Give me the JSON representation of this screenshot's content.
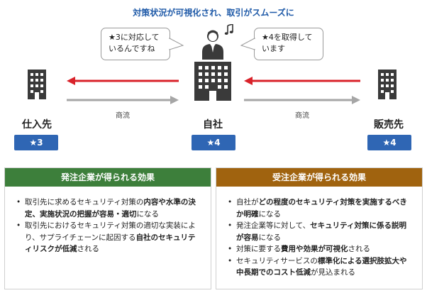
{
  "headline": "対策状況が可視化され、取引がスムーズに",
  "bubbles": {
    "left": [
      "★3に対応して",
      "いるんですね"
    ],
    "right": [
      "★4を取得して",
      "います"
    ]
  },
  "entities": {
    "supplier": {
      "label": "仕入先",
      "badge": "★3"
    },
    "self": {
      "label": "自社",
      "badge": "★4"
    },
    "seller": {
      "label": "販売先",
      "badge": "★4"
    }
  },
  "arrows": {
    "left_label": "商流",
    "right_label": "商流"
  },
  "colors": {
    "red_arrow": "#d9222a",
    "gray_arrow": "#a6a6a6",
    "badge": "#2f66b4",
    "headline": "#1f5aa8",
    "panel_left": "#3d7f3b",
    "panel_right": "#a0630f"
  },
  "icons": [
    "building-icon",
    "person-icon",
    "music-note-icon"
  ],
  "panels": {
    "left": {
      "title": "発注企業が得られる効果",
      "items": [
        [
          {
            "t": "取引先に求めるセキュリティ対策の",
            "b": false
          },
          {
            "t": "内容や水準の決定、実施状況の把握が容易・適切",
            "b": true
          },
          {
            "t": "になる",
            "b": false
          }
        ],
        [
          {
            "t": "取引先におけるセキュリティ対策の適切な実装により、サプライチェーンに起因する",
            "b": false
          },
          {
            "t": "自社のセキュリティリスクが低減",
            "b": true
          },
          {
            "t": "される",
            "b": false
          }
        ]
      ]
    },
    "right": {
      "title": "受注企業が得られる効果",
      "items": [
        [
          {
            "t": "自社が",
            "b": false
          },
          {
            "t": "どの程度のセキュリティ対策を実施するべきか明確",
            "b": true
          },
          {
            "t": "になる",
            "b": false
          }
        ],
        [
          {
            "t": "発注企業等に対して、",
            "b": false
          },
          {
            "t": "セキュリティ対策に係る説明が容易",
            "b": true
          },
          {
            "t": "になる",
            "b": false
          }
        ],
        [
          {
            "t": "対策に要する",
            "b": false
          },
          {
            "t": "費用や効果が可視化",
            "b": true
          },
          {
            "t": "される",
            "b": false
          }
        ],
        [
          {
            "t": "セキュリティサービスの",
            "b": false
          },
          {
            "t": "標準化による選択肢拡大や中長期でのコスト低減",
            "b": true
          },
          {
            "t": "が見込まれる",
            "b": false
          }
        ]
      ]
    }
  }
}
